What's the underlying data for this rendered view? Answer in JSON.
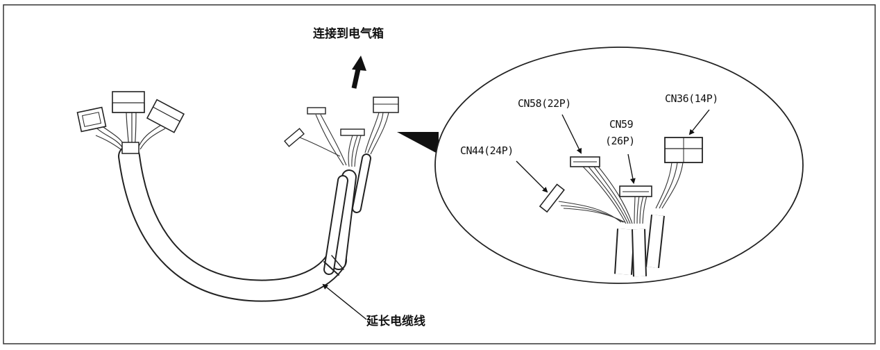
{
  "labels": {
    "to_box": "连接到电气箱",
    "extension_cable": "延长电缆线",
    "cn44": "CN44(24P)",
    "cn58": "CN58(22P)",
    "cn59_line1": "CN59",
    "cn59_line2": "(26P)",
    "cn36": "CN36(14P)"
  }
}
